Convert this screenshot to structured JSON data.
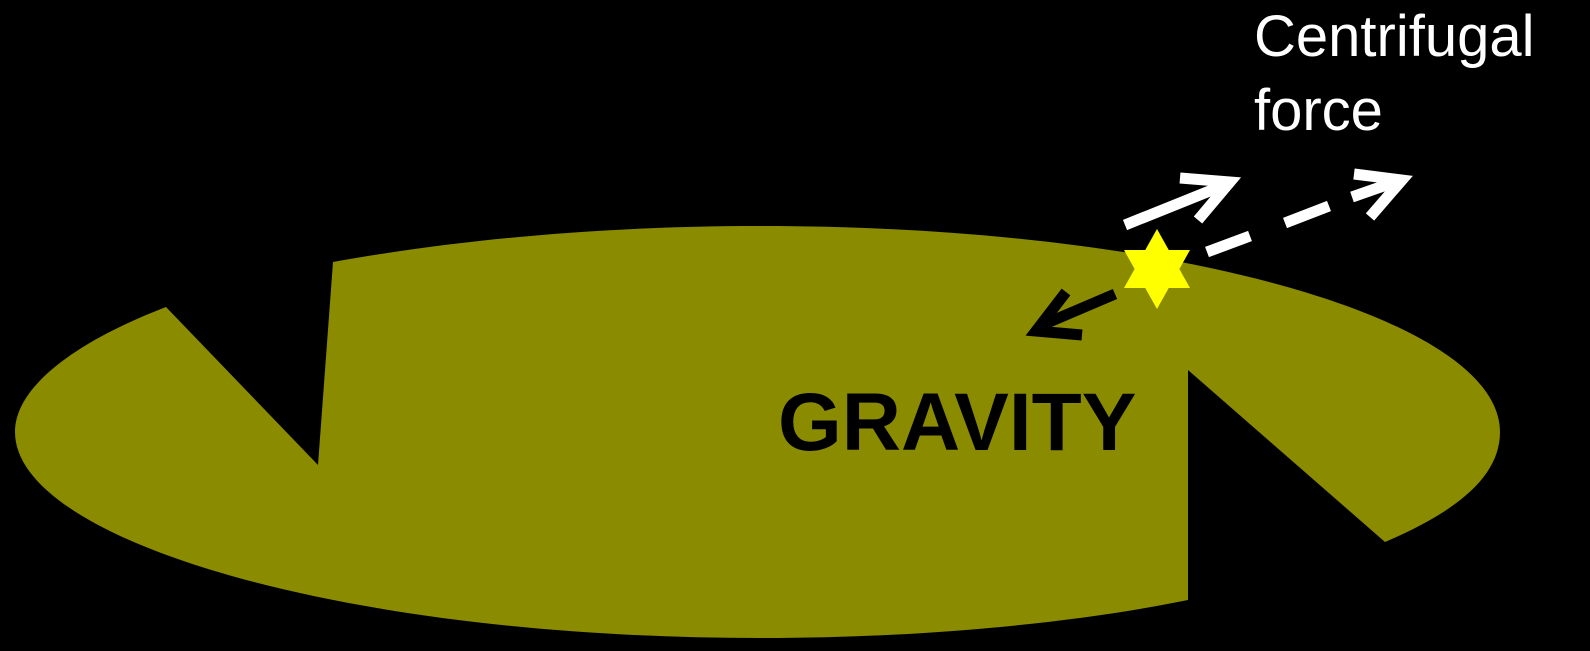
{
  "labels": {
    "centrifugal_line1": "Centrifugal",
    "centrifugal_line2": "force",
    "gravity": "GRAVITY"
  },
  "colors": {
    "background": "#000000",
    "galaxy_disk": "#8b8b00",
    "star": "#ffff00",
    "centrifugal_arrow": "#ffffff",
    "gravity_arrow": "#000000"
  },
  "icons": {
    "star": "six-pointed-star-icon"
  }
}
